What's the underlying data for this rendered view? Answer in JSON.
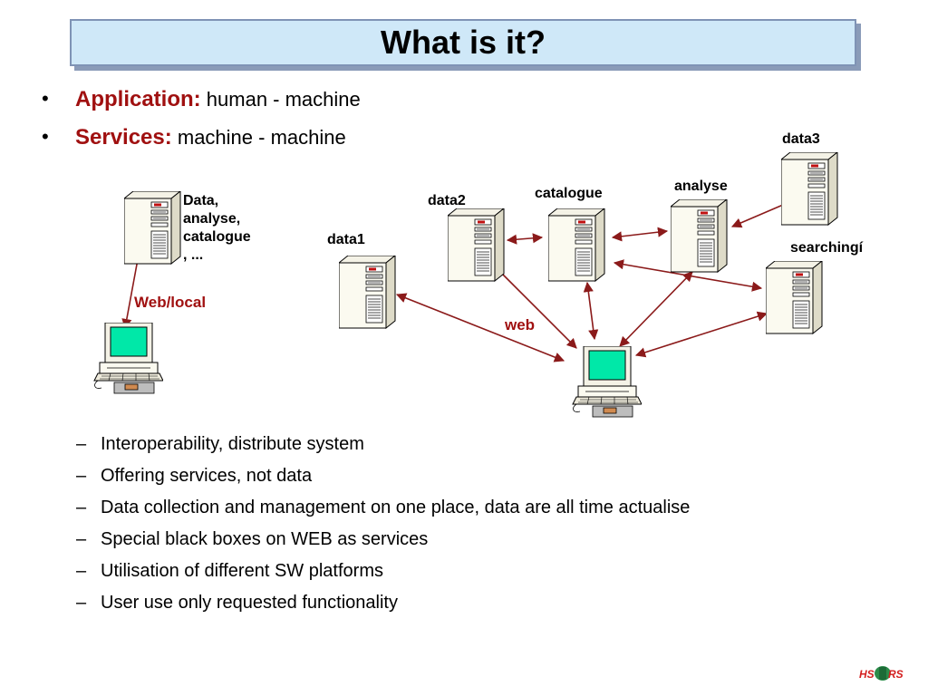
{
  "title": "What is it?",
  "bullets": [
    {
      "label": "Application:",
      "text": "human - machine"
    },
    {
      "label": "Services:",
      "text": "machine - machine"
    }
  ],
  "diagram": {
    "left_server_text": [
      "Data,",
      "analyse,",
      "catalogue",
      ", ..."
    ],
    "left_link_label": "Web/local",
    "web_label": "web",
    "nodes": {
      "data1": "data1",
      "data2": "data2",
      "catalogue": "catalogue",
      "analyse": "analyse",
      "data3": "data3",
      "searching": "searchingí"
    },
    "arrow_color": "#8b1a1a",
    "screen_color": "#00e8a8"
  },
  "items": [
    "Interoperability, distribute system",
    "Offering services, not data",
    "Data collection and management on one place, data are all time actualise",
    "Special black boxes on WEB as services",
    "Utilisation of different SW platforms",
    "User use only requested functionality"
  ],
  "logo": "HS RS"
}
